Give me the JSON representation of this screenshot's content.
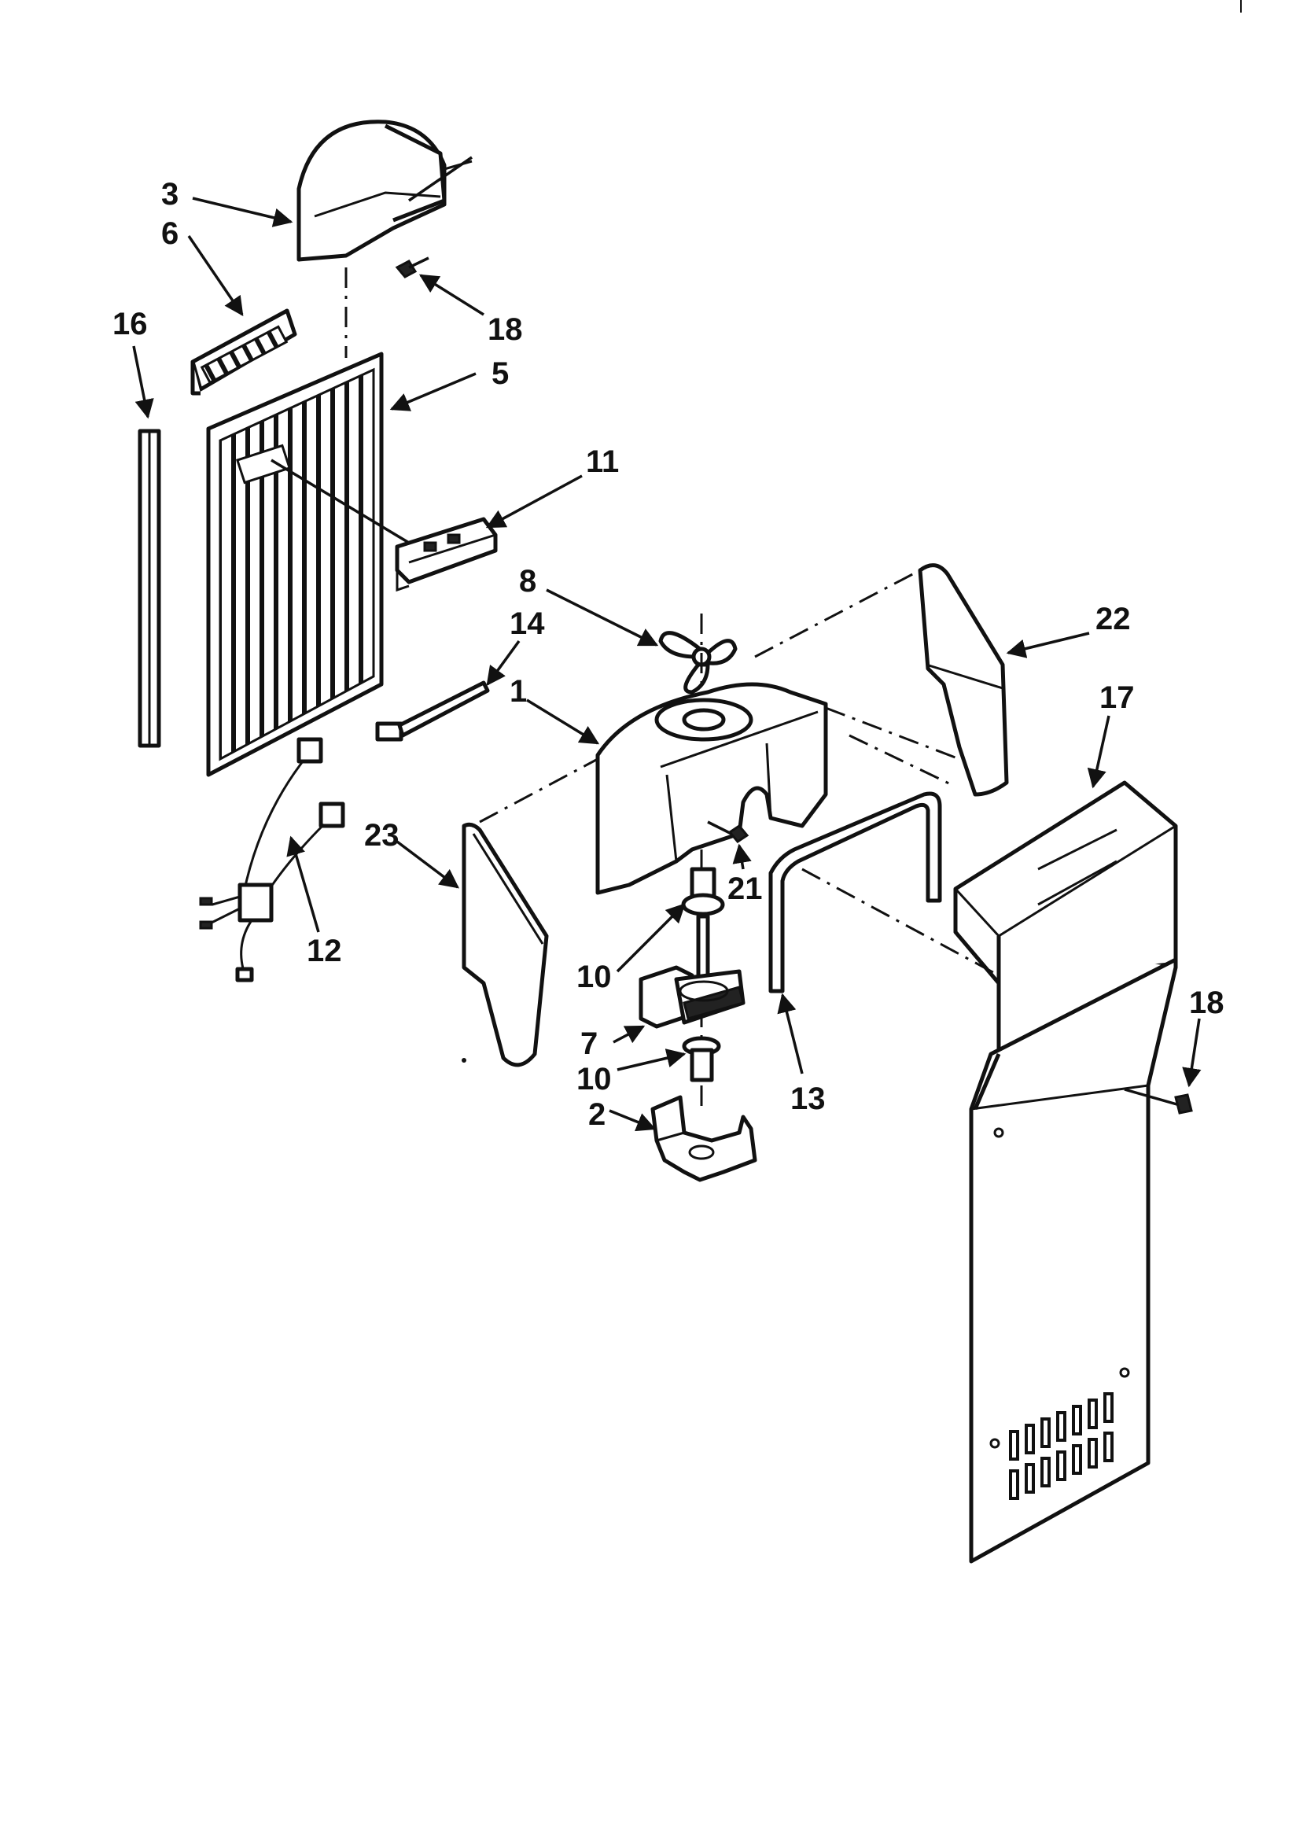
{
  "callouts": [
    {
      "id": "c3",
      "text": "3"
    },
    {
      "id": "c6",
      "text": "6"
    },
    {
      "id": "c16",
      "text": "16"
    },
    {
      "id": "c18a",
      "text": "18"
    },
    {
      "id": "c5",
      "text": "5"
    },
    {
      "id": "c11",
      "text": "11"
    },
    {
      "id": "c8",
      "text": "8"
    },
    {
      "id": "c14",
      "text": "14"
    },
    {
      "id": "c1",
      "text": "1"
    },
    {
      "id": "c22",
      "text": "22"
    },
    {
      "id": "c17",
      "text": "17"
    },
    {
      "id": "c23",
      "text": "23"
    },
    {
      "id": "c12",
      "text": "12"
    },
    {
      "id": "c21",
      "text": "21"
    },
    {
      "id": "c10a",
      "text": "10"
    },
    {
      "id": "c7",
      "text": "7"
    },
    {
      "id": "c10b",
      "text": "10"
    },
    {
      "id": "c2",
      "text": "2"
    },
    {
      "id": "c13",
      "text": "13"
    },
    {
      "id": "c18b",
      "text": "18"
    }
  ]
}
